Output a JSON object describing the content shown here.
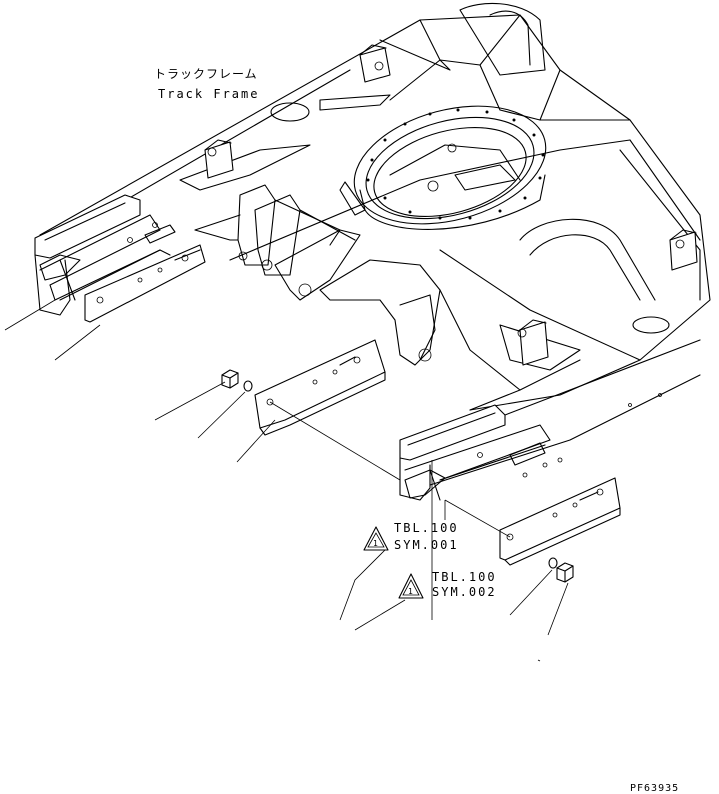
{
  "labels": {
    "track_frame_jp": "トラックフレーム",
    "track_frame_en": "Track Frame",
    "tbl_1": "TBL.100",
    "sym_1": "SYM.001",
    "tbl_2": "TBL.100",
    "sym_2": "SYM.002",
    "drawing_number": "PF63935"
  },
  "callout_marks": {
    "triangle_1": "1",
    "triangle_2": "1"
  }
}
